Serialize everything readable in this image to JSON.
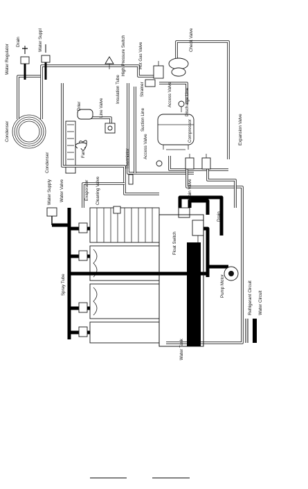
{
  "labels": {
    "water_regulator": "Water Regulator",
    "drain_top": "Drain",
    "water_supply_top": "Water Suppl",
    "high_pressure_switch": "High Pressure Switch",
    "hot_gas_valve": "Hot Gas Valve",
    "check_valve": "Check Valve",
    "condenser": "Condenser",
    "strainer": "Strainer",
    "dryer": "Drier",
    "line_valve": "Line Valve",
    "insulation_tube": "Insulation Tube",
    "access_valve_top": "Access Valve",
    "discharge_line": "Discharge Line",
    "suction_line": "Suction Line",
    "compressor": "Compressor",
    "condenser_side": "Condenser",
    "fan": "Fan",
    "thermistor": "Thermistor",
    "access_valve_bottom": "Access Valve",
    "expansion_valve": "Expansion Valve",
    "cleaning_valve": "Cleaning Valve",
    "evaporator": "Evaporator",
    "water_valve": "Water Valve",
    "water_supply": "Water Supply",
    "drain_valve": "Drain Valve",
    "drain_bottom": "Drain",
    "float_switch": "Float Switch",
    "spray_tube": "Spray Tube",
    "pump_motor": "Pump Motor",
    "water_tank": "Water Tank"
  },
  "legend": {
    "refrigerant": "Refrigerant Circuit",
    "water": "Water Circuit"
  }
}
